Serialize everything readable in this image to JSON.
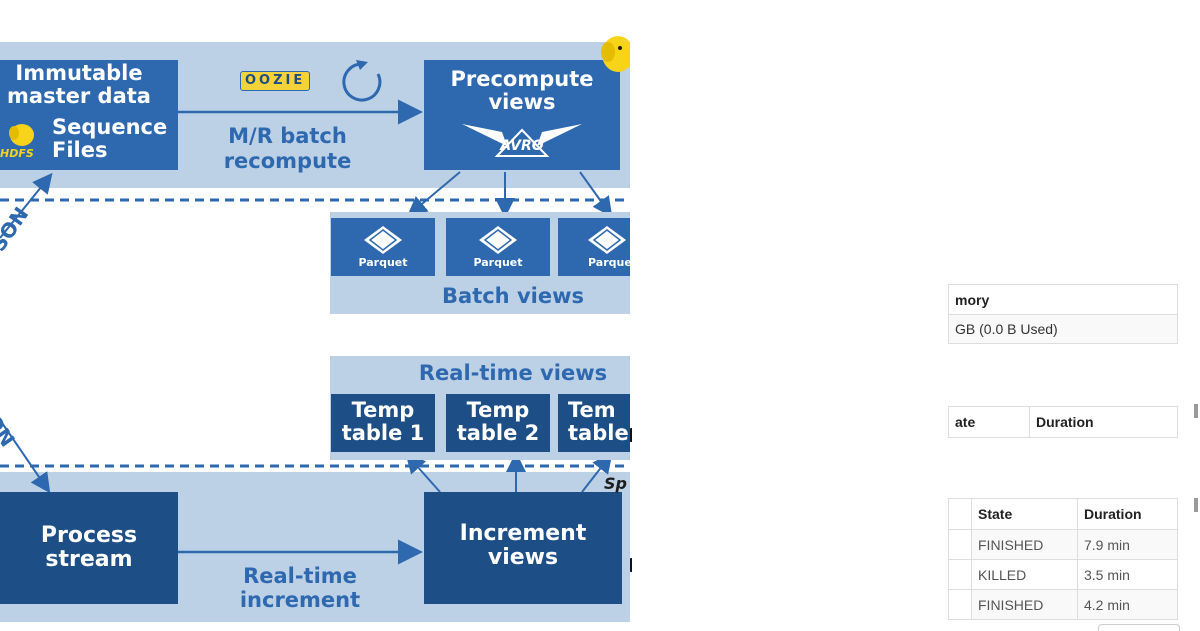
{
  "diagram": {
    "master_data": {
      "line1": "Immutable",
      "line2": "master data"
    },
    "sequence_files": {
      "line1": "Sequence",
      "line2": "Files"
    },
    "hdfs_logo": "HDFS",
    "oozie_logo": "OOZIE",
    "batch_recompute": {
      "line1": "M/R batch",
      "line2": "recompute"
    },
    "precompute": {
      "line1": "Precompute",
      "line2": "views"
    },
    "avro_logo": "AVRO",
    "parquet_labels": [
      "Parquet",
      "Parquet",
      "Parquet"
    ],
    "batch_views": "Batch views",
    "realtime_views": "Real-time views",
    "temp_tables": [
      {
        "line1": "Temp",
        "line2": "table 1"
      },
      {
        "line1": "Temp",
        "line2": "table 2"
      },
      {
        "line1": "Tem",
        "line2": "table"
      }
    ],
    "process_stream": {
      "line1": "Process",
      "line2": "stream"
    },
    "realtime_increment": {
      "line1": "Real-time",
      "line2": "increment"
    },
    "increment_views": {
      "line1": "Increment",
      "line2": "views"
    },
    "side_label_top": "SON",
    "side_label_bottom": "SON",
    "spark_fragment": "Sp",
    "colors": {
      "band": "#bcd0e6",
      "block": "#2e69b0",
      "block_dark": "#1d4f86",
      "text": "#2e69b0"
    }
  },
  "web_ui": {
    "memory_table": {
      "header": "mory",
      "value": "GB (0.0 B Used)"
    },
    "apps_header": {
      "col1": "ate",
      "col2": "Duration"
    },
    "completed_table": {
      "headers": [
        "State",
        "Duration"
      ],
      "rows": [
        {
          "state": "FINISHED",
          "duration": "7.9 min"
        },
        {
          "state": "KILLED",
          "duration": "3.5 min"
        },
        {
          "state": "FINISHED",
          "duration": "4.2 min"
        }
      ]
    }
  }
}
